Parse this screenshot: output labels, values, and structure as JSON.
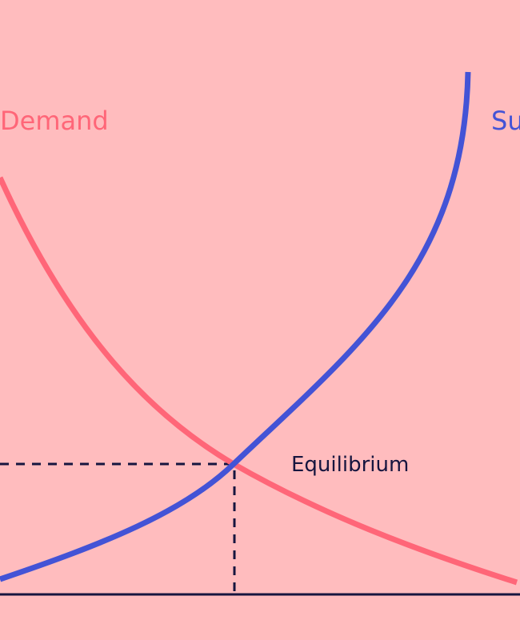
{
  "diagram": {
    "background_color": "#ffbcbe",
    "curves": {
      "demand": {
        "label": "Demand",
        "color": "#ff6678"
      },
      "supply": {
        "label": "Su",
        "color": "#4353d6"
      }
    },
    "equilibrium": {
      "label": "Equilibrium",
      "color": "#16153f"
    },
    "axis_color": "#16153f"
  }
}
